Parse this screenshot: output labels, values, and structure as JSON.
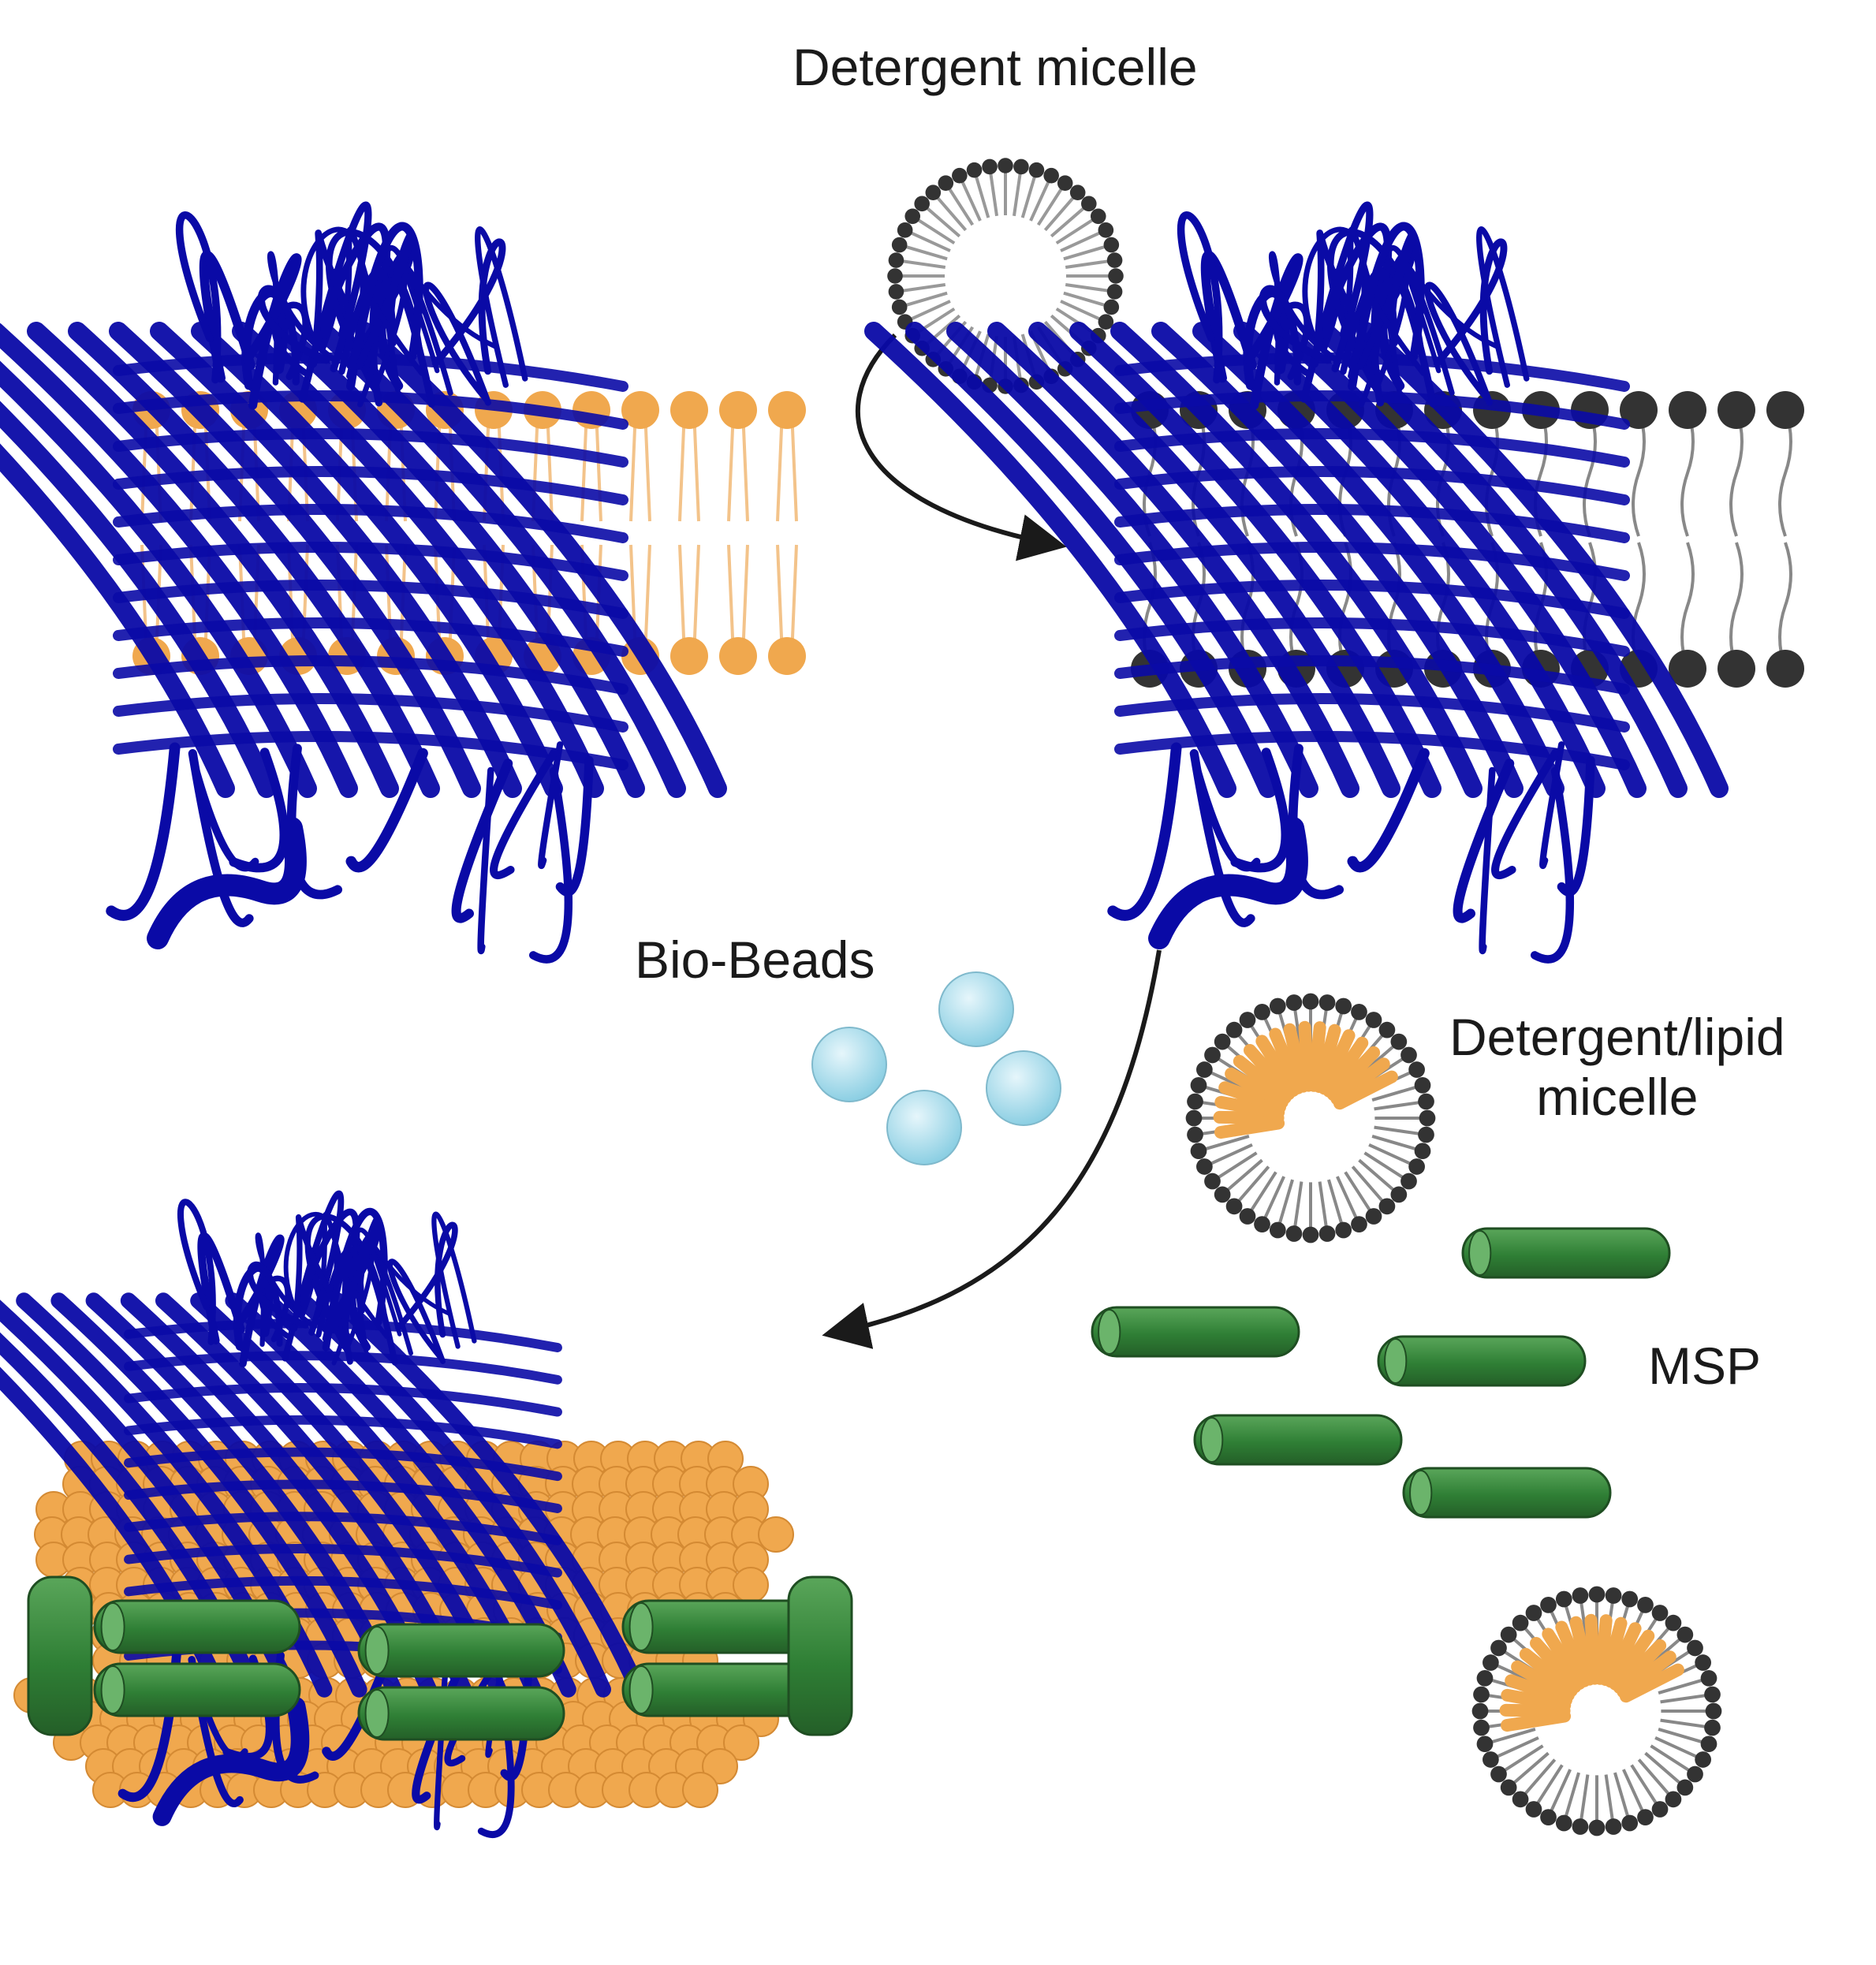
{
  "labels": {
    "detergent_micelle": "Detergent micelle",
    "bio_beads": "Bio-Beads",
    "detergent_lipid_line1": "Detergent/lipid",
    "detergent_lipid_line2": "micelle",
    "msp": "MSP"
  },
  "colors": {
    "protein": "#0a0aa6",
    "lipid": "#f0a84e",
    "detergent": "#333333",
    "msp": "#3b8a3b",
    "bead": "#a9d8e8",
    "arrow": "#1a1a1a"
  }
}
